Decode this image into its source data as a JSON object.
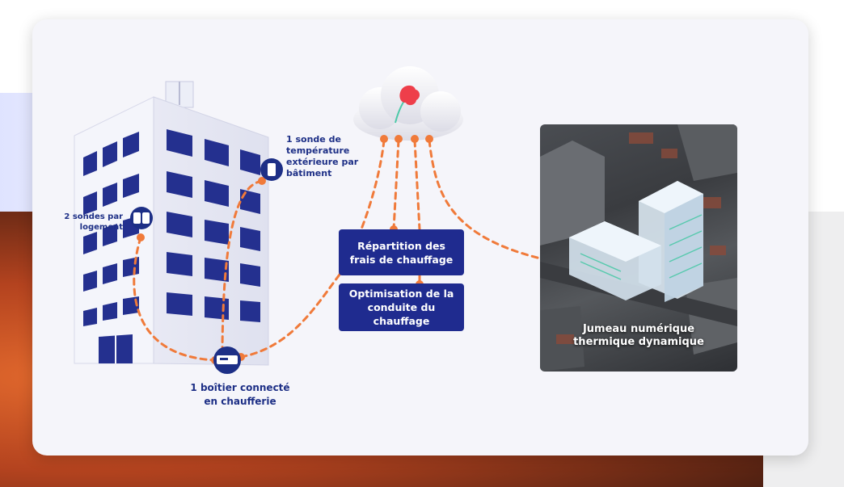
{
  "labels": {
    "sonde_exterieure": [
      "1 sonde de",
      "température",
      "extérieure par",
      "bâtiment"
    ],
    "sondes_logement": [
      "2 sondes par",
      "logement"
    ],
    "boitier": [
      "1 boîtier connecté",
      "en chaufferie"
    ]
  },
  "services": {
    "repartition": [
      "Répartition des",
      "frais de chauffage"
    ],
    "optimisation": [
      "Optimisation de la",
      "conduite du",
      "chauffage"
    ]
  },
  "twin": {
    "caption": [
      "Jumeau numérique",
      "thermique dynamique"
    ]
  },
  "colors": {
    "brand_navy": "#1d2f86",
    "box_navy": "#1f2b8f",
    "link_orange": "#f07a3a",
    "flower_red": "#ee3e4a",
    "flower_green": "#4cc9a8"
  },
  "icons": [
    "building-illustration",
    "cloud-icon",
    "flower-logo-icon",
    "sensor-icon",
    "connected-box-icon",
    "digital-twin-3d-view"
  ]
}
